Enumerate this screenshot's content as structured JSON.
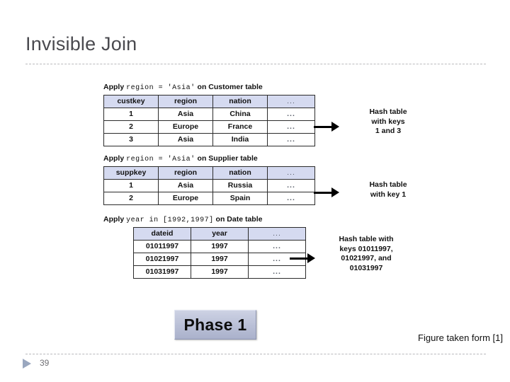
{
  "slide": {
    "title": "Invisible Join",
    "number": "39",
    "source_note": "Figure taken form [1]",
    "phase_label": "Phase 1"
  },
  "figure": {
    "blocks": [
      {
        "id": "customer",
        "caption_prefix": "Apply ",
        "caption_mono": "region = 'Asia'",
        "caption_suffix": " on Customer table",
        "columns": [
          "custkey",
          "region",
          "nation",
          "..."
        ],
        "rows": [
          [
            "1",
            "Asia",
            "China",
            "..."
          ],
          [
            "2",
            "Europe",
            "France",
            "..."
          ],
          [
            "3",
            "Asia",
            "India",
            "..."
          ]
        ],
        "annotation": "Hash table\nwith keys\n1 and 3"
      },
      {
        "id": "supplier",
        "caption_prefix": "Apply ",
        "caption_mono": "region = 'Asia'",
        "caption_suffix": " on Supplier table",
        "columns": [
          "suppkey",
          "region",
          "nation",
          "..."
        ],
        "rows": [
          [
            "1",
            "Asia",
            "Russia",
            "..."
          ],
          [
            "2",
            "Europe",
            "Spain",
            "..."
          ]
        ],
        "annotation": "Hash table\nwith key 1"
      },
      {
        "id": "date",
        "caption_prefix": "Apply ",
        "caption_mono": "year in [1992,1997]",
        "caption_suffix": " on Date table",
        "columns": [
          "dateid",
          "year",
          "..."
        ],
        "rows": [
          [
            "01011997",
            "1997",
            "..."
          ],
          [
            "01021997",
            "1997",
            "..."
          ],
          [
            "01031997",
            "1997",
            "..."
          ]
        ],
        "annotation": "Hash table with\nkeys 01011997,\n01021997, and\n01031997"
      }
    ]
  }
}
